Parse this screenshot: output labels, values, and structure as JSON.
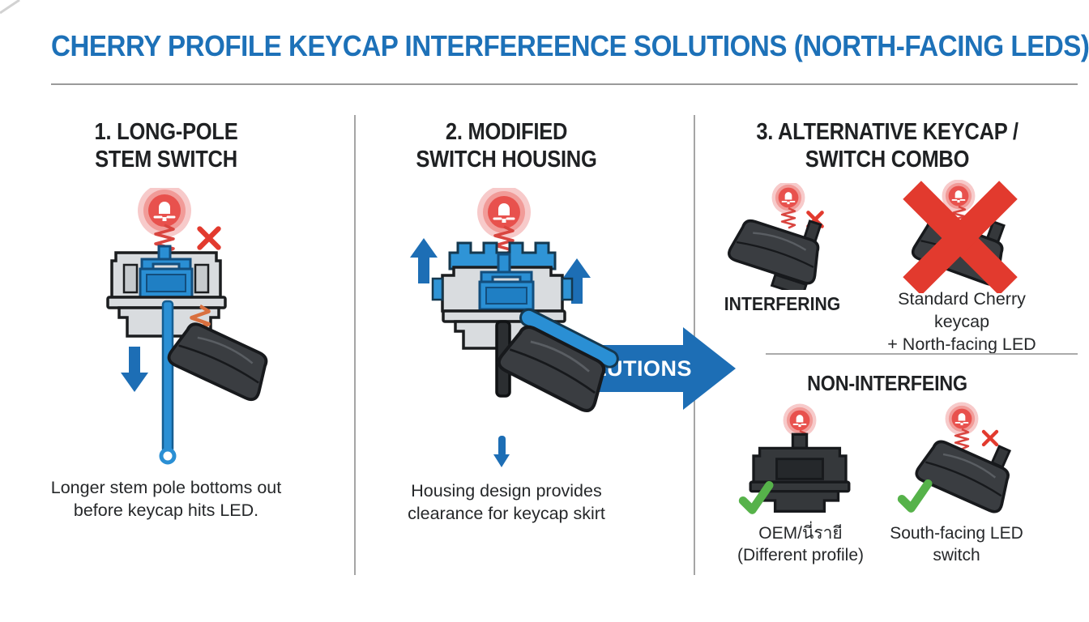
{
  "title": "CHERRY PROFILE KEYCAP INTERFEREENCE SOLUTIONS (NORTH-FACING LEDS)",
  "sections": [
    {
      "heading": [
        "1. LONG-POLE",
        "STEM SWITCH"
      ],
      "caption": [
        "Longer stem pole bottoms out",
        "before keycap hits LED."
      ]
    },
    {
      "heading": [
        "2. MODIFIED",
        "SWITCH HOUSING"
      ],
      "caption": [
        "Housing design provides",
        "clearance for keycap skirt"
      ]
    },
    {
      "heading": [
        "3. ALTERNATIVE KEYCAP /",
        "SWITCH COMBO"
      ],
      "interfering_label": "INTERFERING",
      "interfering_caption": [
        "Standard Cherry keycap",
        "+ North-facing LED"
      ],
      "non_interfering_heading": "NON-INTERFEING",
      "oem_caption": [
        "OEM/นี่รายี",
        "(Different profile)"
      ],
      "south_caption": [
        "South-facing LED",
        "switch"
      ]
    }
  ],
  "solutions_arrow": {
    "label": "SOLUTIONS"
  },
  "icons": {
    "led": "led-icon",
    "cross": "x-icon",
    "check": "check-icon",
    "arrow_down": "down-arrow-icon",
    "arrow_up": "up-arrow-icon",
    "solutions": "right-arrow-banner"
  },
  "colors": {
    "title_blue": "#1d71b8",
    "arrow_blue": "#1d6eb5",
    "stem_blue": "#2a8fd4",
    "led_red": "#e8514d",
    "x_red": "#e23a2e",
    "check_green": "#56b24a",
    "keycap_dark": "#3a3d41",
    "housing_gray": "#d9dcdf",
    "spring_red": "#d9453f",
    "spring_orange": "#d9703f",
    "divider_gray": "#a5a5a5"
  }
}
